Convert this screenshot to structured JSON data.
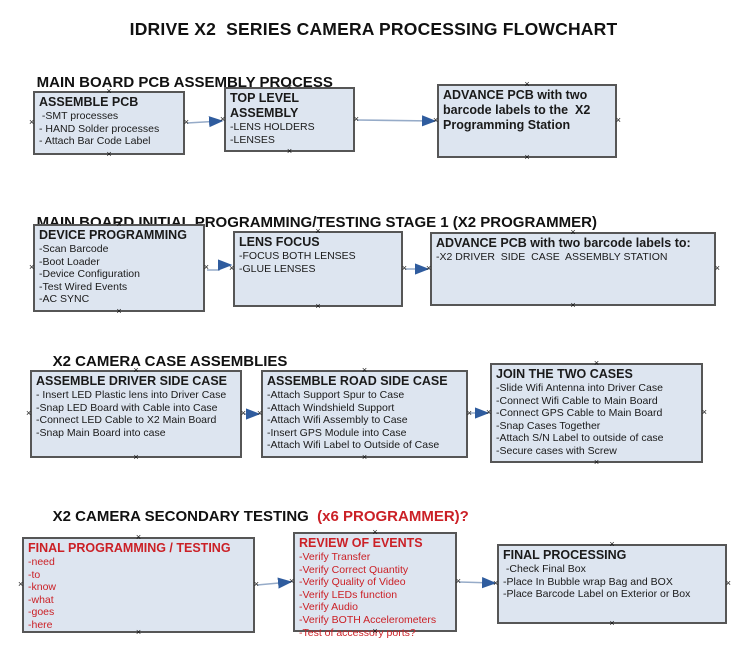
{
  "title": "IDRIVE X2  SERIES CAMERA PROCESSING FLOWCHART",
  "colors": {
    "red_text": "#cb2026",
    "box_fill": "#dde5f0",
    "box_border": "#565656",
    "connector_line": "#96abc8",
    "connector_arrowhead": "#2f5c9e"
  },
  "icons": {
    "handle_glyph": "×"
  },
  "sections": [
    {
      "heading": "MAIN BOARD PCB ASSEMBLY PROCESS",
      "boxes": [
        {
          "title": "ASSEMBLE PCB",
          "items": [
            " -SMT processes",
            "- HAND Solder processes",
            "- Attach Bar Code Label"
          ]
        },
        {
          "title": "TOP LEVEL ASSEMBLY",
          "items": [
            "-LENS HOLDERS",
            "-LENSES"
          ]
        },
        {
          "title": "ADVANCE PCB with two barcode labels to the  X2 Programming Station",
          "items": []
        }
      ]
    },
    {
      "heading": "MAIN BOARD INITIAL PROGRAMMING/TESTING STAGE 1 (X2 PROGRAMMER)",
      "boxes": [
        {
          "title": "DEVICE PROGRAMMING",
          "items": [
            "-Scan Barcode",
            "-Boot Loader",
            "-Device Configuration",
            "-Test Wired Events",
            "-AC SYNC"
          ]
        },
        {
          "title": "LENS FOCUS",
          "items": [
            "-FOCUS BOTH LENSES",
            "-GLUE LENSES"
          ]
        },
        {
          "title": "ADVANCE PCB with two barcode labels to:",
          "items": [
            "-X2 DRIVER  SIDE  CASE  ASSEMBLY STATION"
          ]
        }
      ]
    },
    {
      "heading": "X2 CAMERA CASE ASSEMBLIES",
      "boxes": [
        {
          "title": "ASSEMBLE DRIVER SIDE CASE",
          "items": [
            "- Insert LED Plastic lens into Driver Case",
            "-Snap LED Board with Cable into Case",
            "-Connect LED Cable to X2 Main Board",
            "-Snap Main Board into case"
          ]
        },
        {
          "title": "ASSEMBLE ROAD SIDE CASE",
          "items": [
            "-Attach Support Spur to Case",
            "-Attach Windshield Support",
            "-Attach Wifi Assembly to Case",
            "-Insert GPS Module into Case",
            "-Attach Wifi Label to Outside of Case"
          ]
        },
        {
          "title": "JOIN THE TWO CASES",
          "items": [
            "-Slide Wifi Antenna into Driver Case",
            "-Connect Wifi Cable to Main Board",
            "-Connect GPS Cable to Main Board",
            "-Snap Cases Together",
            "-Attach S/N Label to outside of case",
            "-Secure cases with Screw"
          ]
        }
      ]
    },
    {
      "heading": "X2 CAMERA SECONDARY TESTING ",
      "heading_red": " (x6 PROGRAMMER)?",
      "boxes": [
        {
          "title": "FINAL PROGRAMMING / TESTING",
          "items": [
            "-need",
            "-to",
            "-know",
            "-what",
            "-goes",
            "-here"
          ]
        },
        {
          "title": "REVIEW OF EVENTS",
          "items": [
            "-Verify Transfer",
            "-Verify Correct Quantity",
            "-Verify Quality of Video",
            "-Verify LEDs function",
            "-Verify Audio",
            "-Verify BOTH Accelerometers",
            "-Test of accessory ports?"
          ]
        },
        {
          "title": "FINAL PROCESSING",
          "items": [
            " -Check Final Box",
            "-Place In Bubble wrap Bag and BOX",
            "-Place Barcode Label on Exterior or Box"
          ]
        }
      ]
    }
  ]
}
